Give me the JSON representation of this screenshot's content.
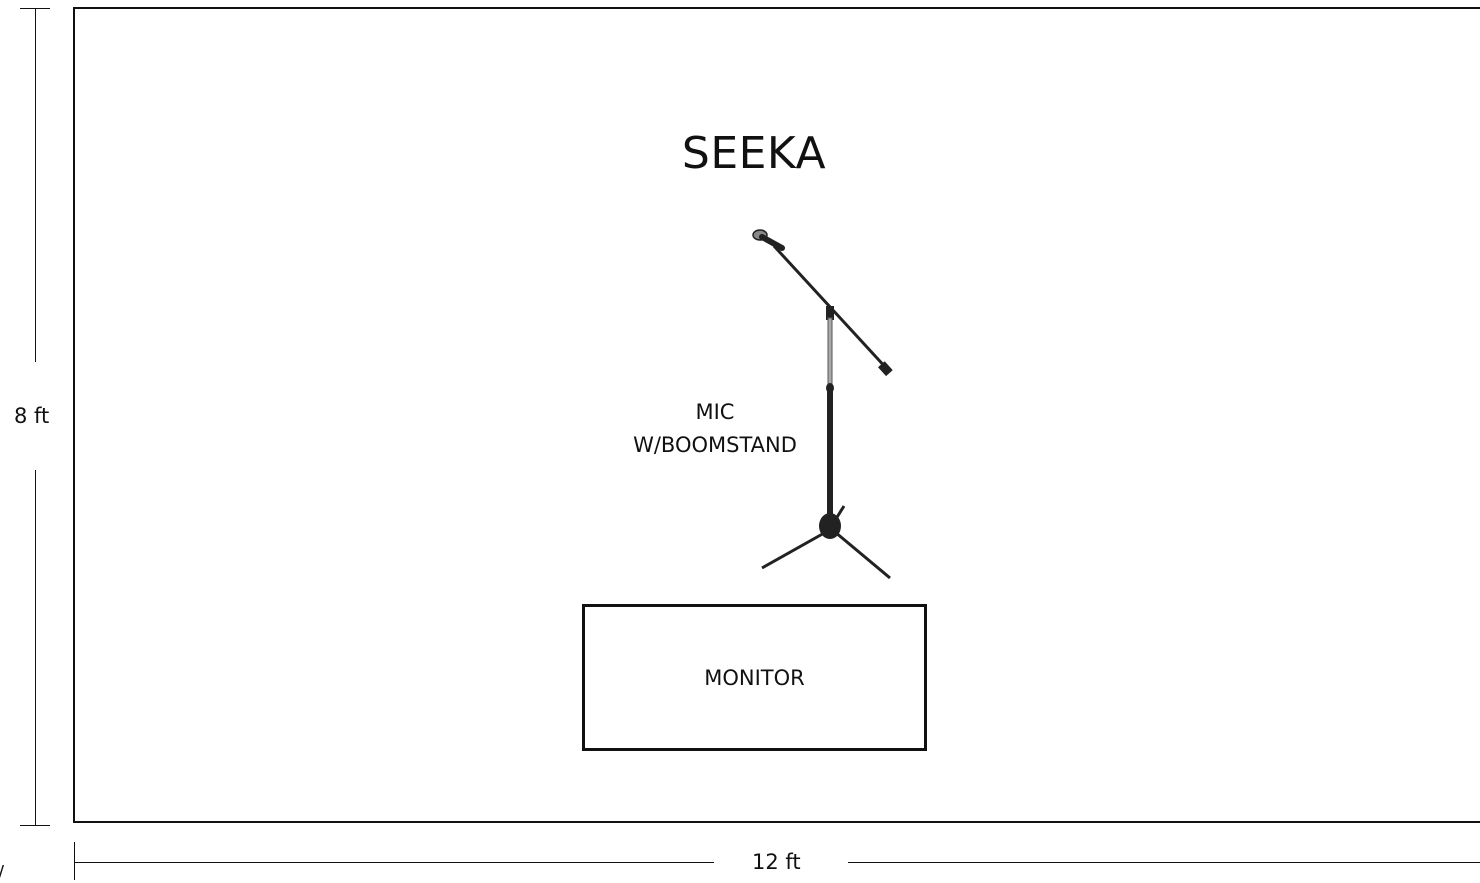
{
  "performer": {
    "name": "SEEKA"
  },
  "dimensions": {
    "height_label": "8 ft",
    "width_label": "12 ft"
  },
  "items": {
    "mic": {
      "label_line1": "MIC",
      "label_line2": "W/BOOMSTAND",
      "icon": "mic-boomstand-icon"
    },
    "monitor": {
      "label": "MONITOR"
    }
  },
  "stray_mark": "/"
}
